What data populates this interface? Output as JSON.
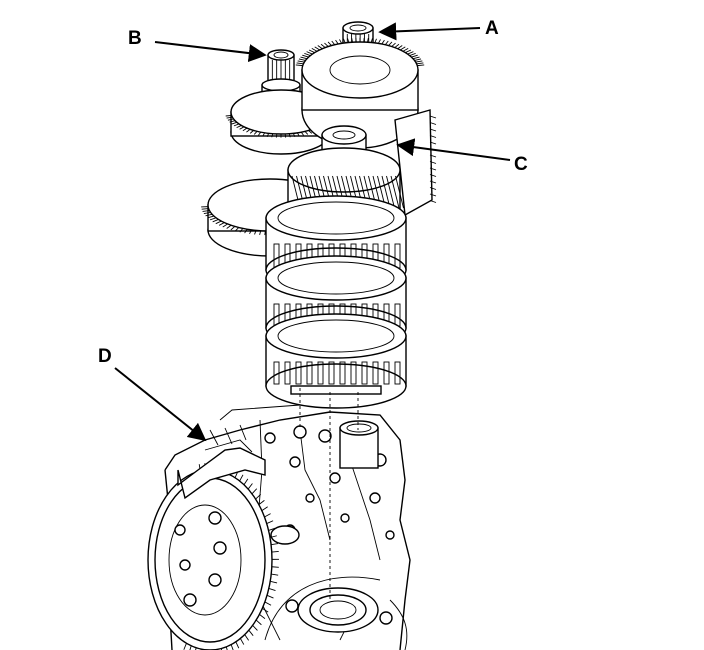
{
  "callouts": {
    "a": {
      "label": "A"
    },
    "b": {
      "label": "B"
    },
    "c": {
      "label": "C"
    },
    "d": {
      "label": "D"
    }
  },
  "colors": {
    "ink": "#000000",
    "background": "#ffffff"
  }
}
